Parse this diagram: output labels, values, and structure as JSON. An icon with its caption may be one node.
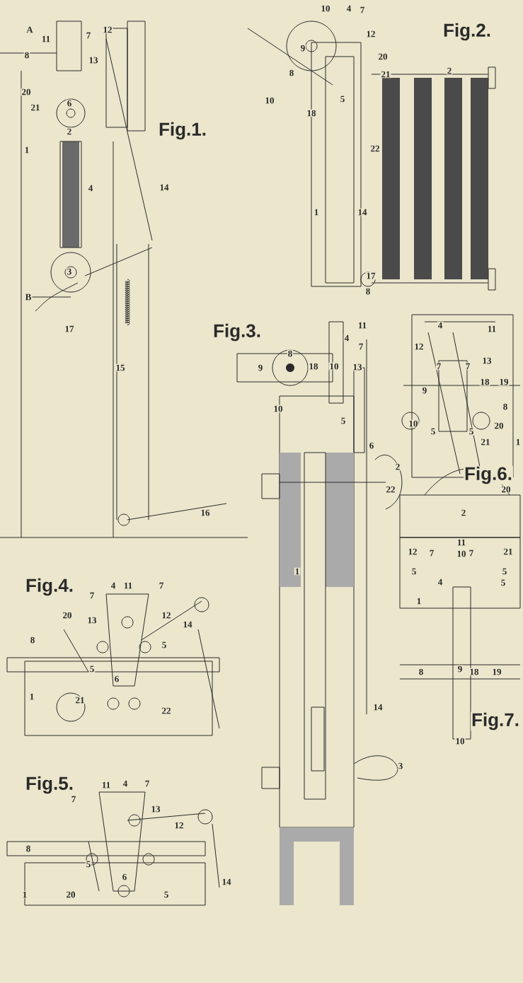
{
  "diagram": {
    "labels": [
      "A",
      "11",
      "7",
      "12",
      "8",
      "13",
      "20",
      "21",
      "6",
      "2",
      "1",
      "Fig.1.",
      "4",
      "14",
      "3",
      "B",
      "17",
      "15",
      "16",
      "10",
      "4",
      "7",
      "12",
      "Fig.2.",
      "9",
      "20",
      "8",
      "2",
      "21",
      "10",
      "5",
      "18",
      "22",
      "1",
      "14",
      "17",
      "8",
      "11",
      "Fig.3.",
      "4",
      "7",
      "9",
      "8",
      "18",
      "10",
      "13",
      "10",
      "5",
      "6",
      "2",
      "22",
      "1",
      "14",
      "3",
      "4",
      "11",
      "12",
      "13",
      "7",
      "7",
      "18",
      "19",
      "9",
      "8",
      "10",
      "20",
      "5",
      "5",
      "21",
      "1",
      "Fig.6.",
      "20",
      "2",
      "11",
      "12",
      "7",
      "10",
      "7",
      "21",
      "5",
      "5",
      "4",
      "5",
      "1",
      "9",
      "8",
      "18",
      "19",
      "Fig.7.",
      "10",
      "Fig.4.",
      "4",
      "11",
      "7",
      "7",
      "20",
      "12",
      "13",
      "14",
      "8",
      "5",
      "5",
      "6",
      "1",
      "21",
      "22",
      "Fig.5.",
      "11",
      "4",
      "7",
      "7",
      "13",
      "12",
      "8",
      "5",
      "6",
      "14",
      "1",
      "20",
      "5"
    ]
  }
}
